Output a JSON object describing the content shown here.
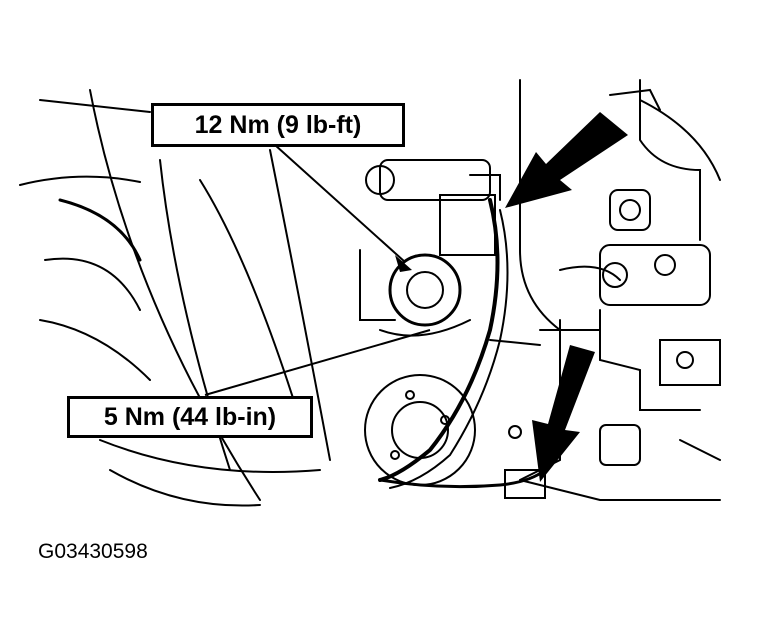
{
  "callouts": {
    "upper_torque": "12 Nm (9 lb-ft)",
    "lower_torque": "5 Nm (44 lb-in)"
  },
  "figure_id": "G03430598",
  "colors": {
    "ink": "#000000",
    "paper": "#ffffff"
  },
  "icons": [
    "arrow-pointer-upper",
    "arrow-pointer-lower"
  ]
}
